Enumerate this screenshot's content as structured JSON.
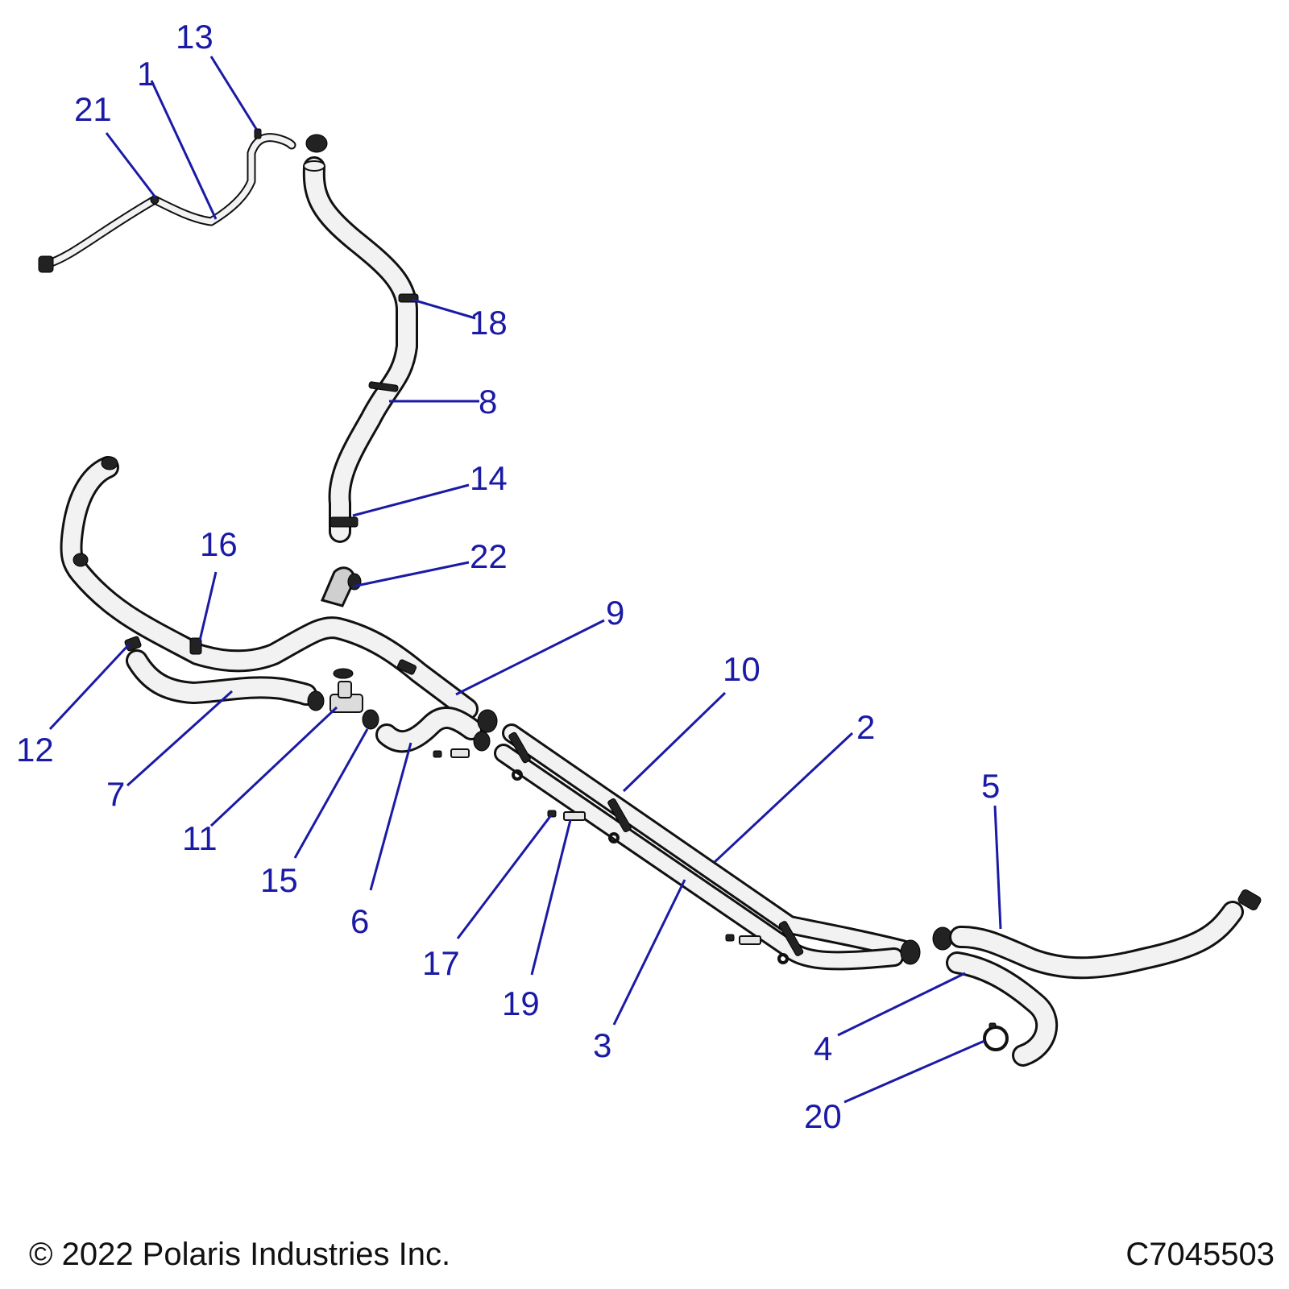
{
  "callouts": [
    {
      "id": "c1",
      "label": "1"
    },
    {
      "id": "c2",
      "label": "2"
    },
    {
      "id": "c3",
      "label": "3"
    },
    {
      "id": "c4",
      "label": "4"
    },
    {
      "id": "c5",
      "label": "5"
    },
    {
      "id": "c6",
      "label": "6"
    },
    {
      "id": "c7",
      "label": "7"
    },
    {
      "id": "c8",
      "label": "8"
    },
    {
      "id": "c9",
      "label": "9"
    },
    {
      "id": "c10",
      "label": "10"
    },
    {
      "id": "c11",
      "label": "11"
    },
    {
      "id": "c12",
      "label": "12"
    },
    {
      "id": "c13",
      "label": "13"
    },
    {
      "id": "c14",
      "label": "14"
    },
    {
      "id": "c15",
      "label": "15"
    },
    {
      "id": "c16",
      "label": "16"
    },
    {
      "id": "c17",
      "label": "17"
    },
    {
      "id": "c18",
      "label": "18"
    },
    {
      "id": "c19",
      "label": "19"
    },
    {
      "id": "c20",
      "label": "20"
    },
    {
      "id": "c21",
      "label": "21"
    },
    {
      "id": "c22",
      "label": "22"
    }
  ],
  "footer": {
    "copyright": "© 2022 Polaris Industries Inc.",
    "drawing_number": "C7045503"
  },
  "colors": {
    "callout": "#1a1aa6",
    "line_art": "#111111"
  }
}
